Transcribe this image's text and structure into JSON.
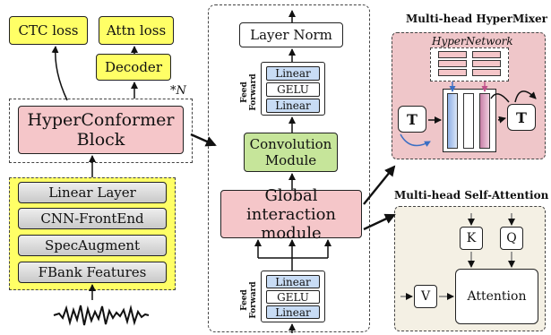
{
  "left": {
    "ctc_loss": "CTC loss",
    "attn_loss": "Attn loss",
    "decoder": "Decoder",
    "repeat_label": "*N",
    "block": "HyperConformer Block",
    "frontend": [
      "Linear Layer",
      "CNN-FrontEnd",
      "SpecAugment",
      "FBank Features"
    ]
  },
  "middle": {
    "layer_norm": "Layer Norm",
    "ff_label": "Feed Forward",
    "ff_top": [
      "Linear",
      "GELU",
      "Linear"
    ],
    "convolution": "Convolution Module",
    "global": "Global interaction module",
    "ff_bottom": [
      "Linear",
      "GELU",
      "Linear"
    ]
  },
  "right": {
    "hypermixer_title": "Multi-head HyperMixer",
    "hypernetwork": "HyperNetwork",
    "t_label": "T",
    "attention_title": "Multi-head Self-Attention",
    "k": "K",
    "q": "Q",
    "v": "V",
    "attention": "Attention"
  },
  "colors": {
    "yellow": "#ffff66",
    "pink": "#f5c6c9",
    "green": "#c6e59a",
    "gray": "#d6d6d6",
    "blue": "#c8dcf5",
    "beige": "#f4f0e4"
  }
}
